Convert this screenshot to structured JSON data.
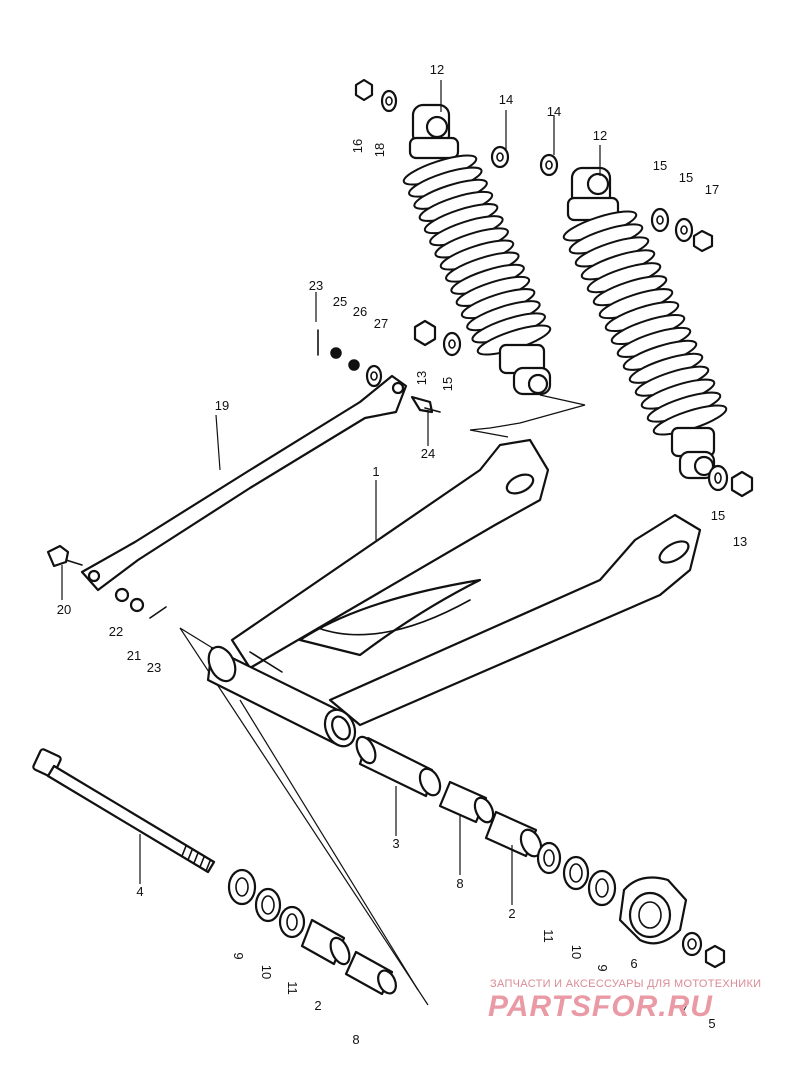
{
  "diagram": {
    "labels": {
      "p1": "1",
      "p2a": "2",
      "p2b": "2",
      "p3": "3",
      "p4": "4",
      "p5": "5",
      "p6": "6",
      "p7": "7",
      "p8a": "8",
      "p8b": "8",
      "p9a": "9",
      "p9b": "9",
      "p10a": "10",
      "p10b": "10",
      "p11a": "11",
      "p11b": "11",
      "p12a": "12",
      "p12b": "12",
      "p13a": "13",
      "p13b": "13",
      "p14a": "14",
      "p14b": "14",
      "p15a": "15",
      "p15b": "15",
      "p15c": "15",
      "p15d": "15",
      "p16": "16",
      "p17": "17",
      "p18": "18",
      "p19": "19",
      "p20": "20",
      "p21": "21",
      "p22": "22",
      "p23a": "23",
      "p23b": "23",
      "p24": "24",
      "p25": "25",
      "p26": "26",
      "p27": "27"
    }
  },
  "watermark": {
    "tagline": "ЗАПЧАСТИ И АКСЕССУАРЫ ДЛЯ МОТОТЕХНИКИ",
    "brand": "PARTSFOR.RU",
    "color": "#ea9aa4"
  }
}
